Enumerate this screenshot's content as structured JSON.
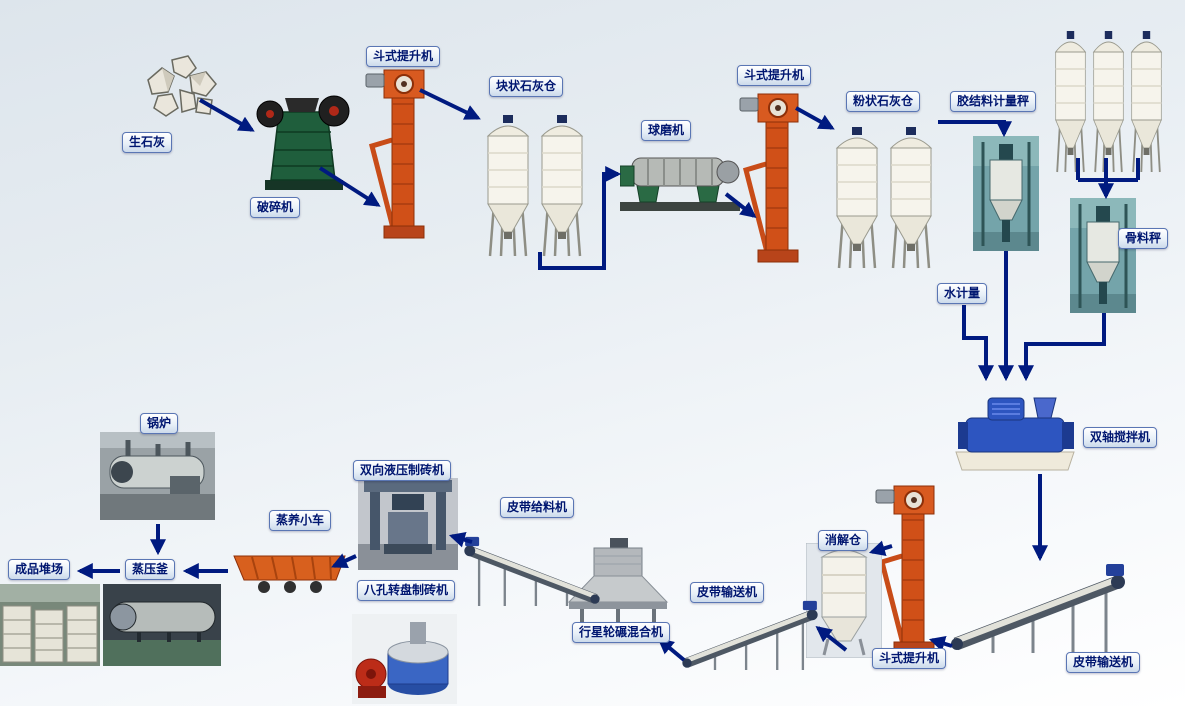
{
  "colors": {
    "arrow": "#001a80",
    "label_text": "#001670",
    "label_border": "#5a76b4",
    "elevator_orange": "#d05018",
    "crusher_green": "#1f5e3c",
    "mixer_blue": "#2d55c0"
  },
  "nodes": {
    "quicklime": {
      "label": "生石灰"
    },
    "crusher": {
      "label": "破碎机"
    },
    "bucket_elevator_1": {
      "label": "斗式提升机"
    },
    "block_lime_silo": {
      "label": "块状石灰仓"
    },
    "ball_mill": {
      "label": "球磨机"
    },
    "bucket_elevator_2": {
      "label": "斗式提升机"
    },
    "powder_lime_silo": {
      "label": "粉状石灰仓"
    },
    "binder_scale": {
      "label": "胶结料计量秤"
    },
    "storage_silos": {
      "label": ""
    },
    "aggregate_scale": {
      "label": "骨料秤"
    },
    "water_meter": {
      "label": "水计量"
    },
    "twin_shaft_mixer": {
      "label": "双轴搅拌机"
    },
    "belt_conveyor_right": {
      "label": "皮带输送机"
    },
    "bucket_elevator_3": {
      "label": "斗式提升机"
    },
    "digestion_silo": {
      "label": "消解仓"
    },
    "belt_conveyor_mid": {
      "label": "皮带输送机"
    },
    "planetary_mixer": {
      "label": "行星轮碾混合机"
    },
    "belt_feeder": {
      "label": "皮带给料机"
    },
    "hydraulic_brick_press": {
      "label": "双向液压制砖机"
    },
    "rotary_brick_press": {
      "label": "八孔转盘制砖机"
    },
    "steam_cart": {
      "label": "蒸养小车"
    },
    "autoclave": {
      "label": "蒸压釜"
    },
    "boiler": {
      "label": "锅炉"
    },
    "product_yard": {
      "label": "成品堆场"
    }
  },
  "edges": [
    [
      "quicklime",
      "crusher"
    ],
    [
      "crusher",
      "bucket_elevator_1"
    ],
    [
      "bucket_elevator_1",
      "block_lime_silo"
    ],
    [
      "block_lime_silo",
      "ball_mill"
    ],
    [
      "ball_mill",
      "bucket_elevator_2"
    ],
    [
      "bucket_elevator_2",
      "powder_lime_silo"
    ],
    [
      "powder_lime_silo",
      "binder_scale"
    ],
    [
      "storage_silos",
      "aggregate_scale"
    ],
    [
      "binder_scale",
      "twin_shaft_mixer"
    ],
    [
      "water_meter",
      "twin_shaft_mixer"
    ],
    [
      "aggregate_scale",
      "twin_shaft_mixer"
    ],
    [
      "twin_shaft_mixer",
      "belt_conveyor_right"
    ],
    [
      "belt_conveyor_right",
      "bucket_elevator_3"
    ],
    [
      "bucket_elevator_3",
      "digestion_silo"
    ],
    [
      "digestion_silo",
      "belt_conveyor_mid"
    ],
    [
      "belt_conveyor_mid",
      "planetary_mixer"
    ],
    [
      "planetary_mixer",
      "belt_feeder"
    ],
    [
      "belt_feeder",
      "hydraulic_brick_press"
    ],
    [
      "hydraulic_brick_press",
      "steam_cart"
    ],
    [
      "steam_cart",
      "autoclave"
    ],
    [
      "boiler",
      "autoclave"
    ],
    [
      "autoclave",
      "product_yard"
    ]
  ]
}
